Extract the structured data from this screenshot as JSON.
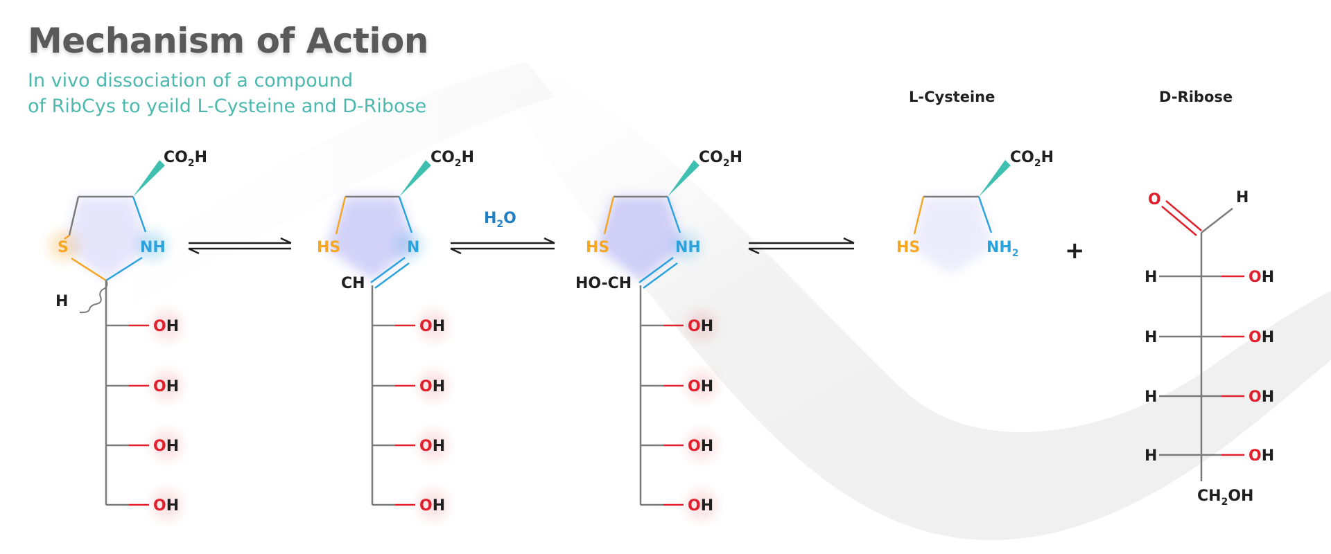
{
  "header": {
    "title": "Mechanism of Action",
    "subtitle_line1": "In vivo dissociation of a compound",
    "subtitle_line2": "of RibCys to yeild L-Cysteine and D-Ribose"
  },
  "colors": {
    "title": "#5a5a5a",
    "subtitle": "#4cb8ae",
    "sulfur": "#f5a623",
    "nitrogen": "#2aa3dd",
    "oxygen": "#e0202c",
    "wedge": "#3ebfb0",
    "water": "#1f7fc0",
    "ring_fill": "#c8c8f8"
  },
  "reagent": {
    "water_h": "H",
    "water_sub": "2",
    "water_o": "O"
  },
  "molecules": {
    "m1": {
      "co2": "CO",
      "co2_sub": "2",
      "co2_h": "H",
      "s": "S",
      "nh": "NH",
      "h": "H"
    },
    "m2": {
      "co2": "CO",
      "co2_sub": "2",
      "co2_h": "H",
      "hs": "HS",
      "n": "N",
      "ch": "CH"
    },
    "m3": {
      "co2": "CO",
      "co2_sub": "2",
      "co2_h": "H",
      "hs": "HS",
      "nh": "NH",
      "hoch": "HO-CH"
    },
    "cysteine": {
      "name": "L-Cysteine",
      "co2": "CO",
      "co2_sub": "2",
      "co2_h": "H",
      "hs": "HS",
      "nh2": "NH",
      "nh2_sub": "2"
    },
    "ribose": {
      "name": "D-Ribose",
      "o": "O",
      "h_ald": "H",
      "h": "H",
      "oh_o": "O",
      "oh_h": "H",
      "ch2oh_a": "CH",
      "ch2oh_sub": "2",
      "ch2oh_b": "OH"
    }
  },
  "chain": {
    "o": "O",
    "h": "H"
  },
  "plus": "+"
}
